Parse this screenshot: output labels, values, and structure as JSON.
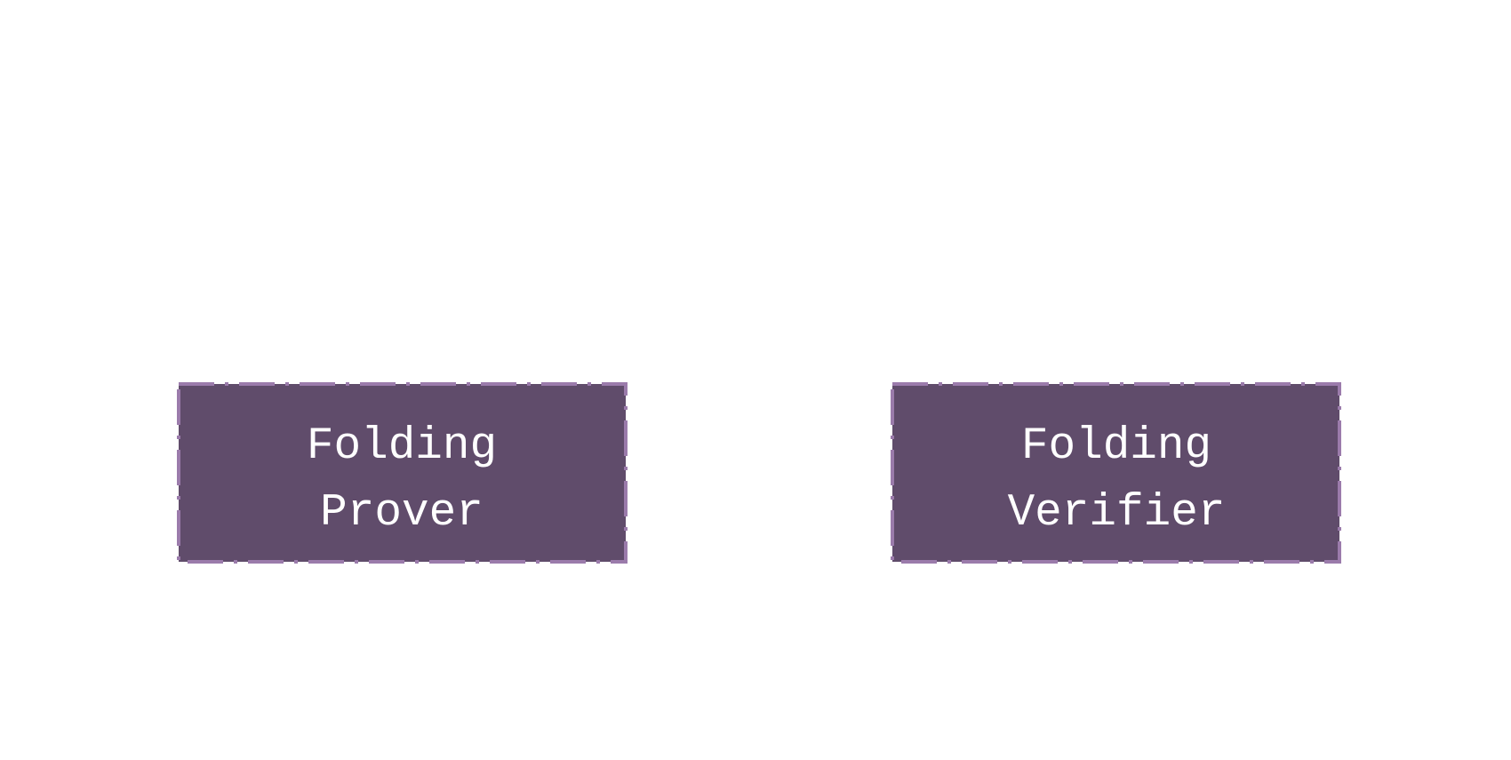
{
  "diagram": {
    "colors": {
      "background": "#ffffff",
      "node_fill": "#604c6b",
      "node_border": "#9b7bab",
      "node_text": "#ffffff"
    },
    "nodes": [
      {
        "id": "folding-prover",
        "lines": [
          "Folding",
          "Prover"
        ]
      },
      {
        "id": "folding-verifier",
        "lines": [
          "Folding",
          "Verifier"
        ]
      }
    ]
  }
}
